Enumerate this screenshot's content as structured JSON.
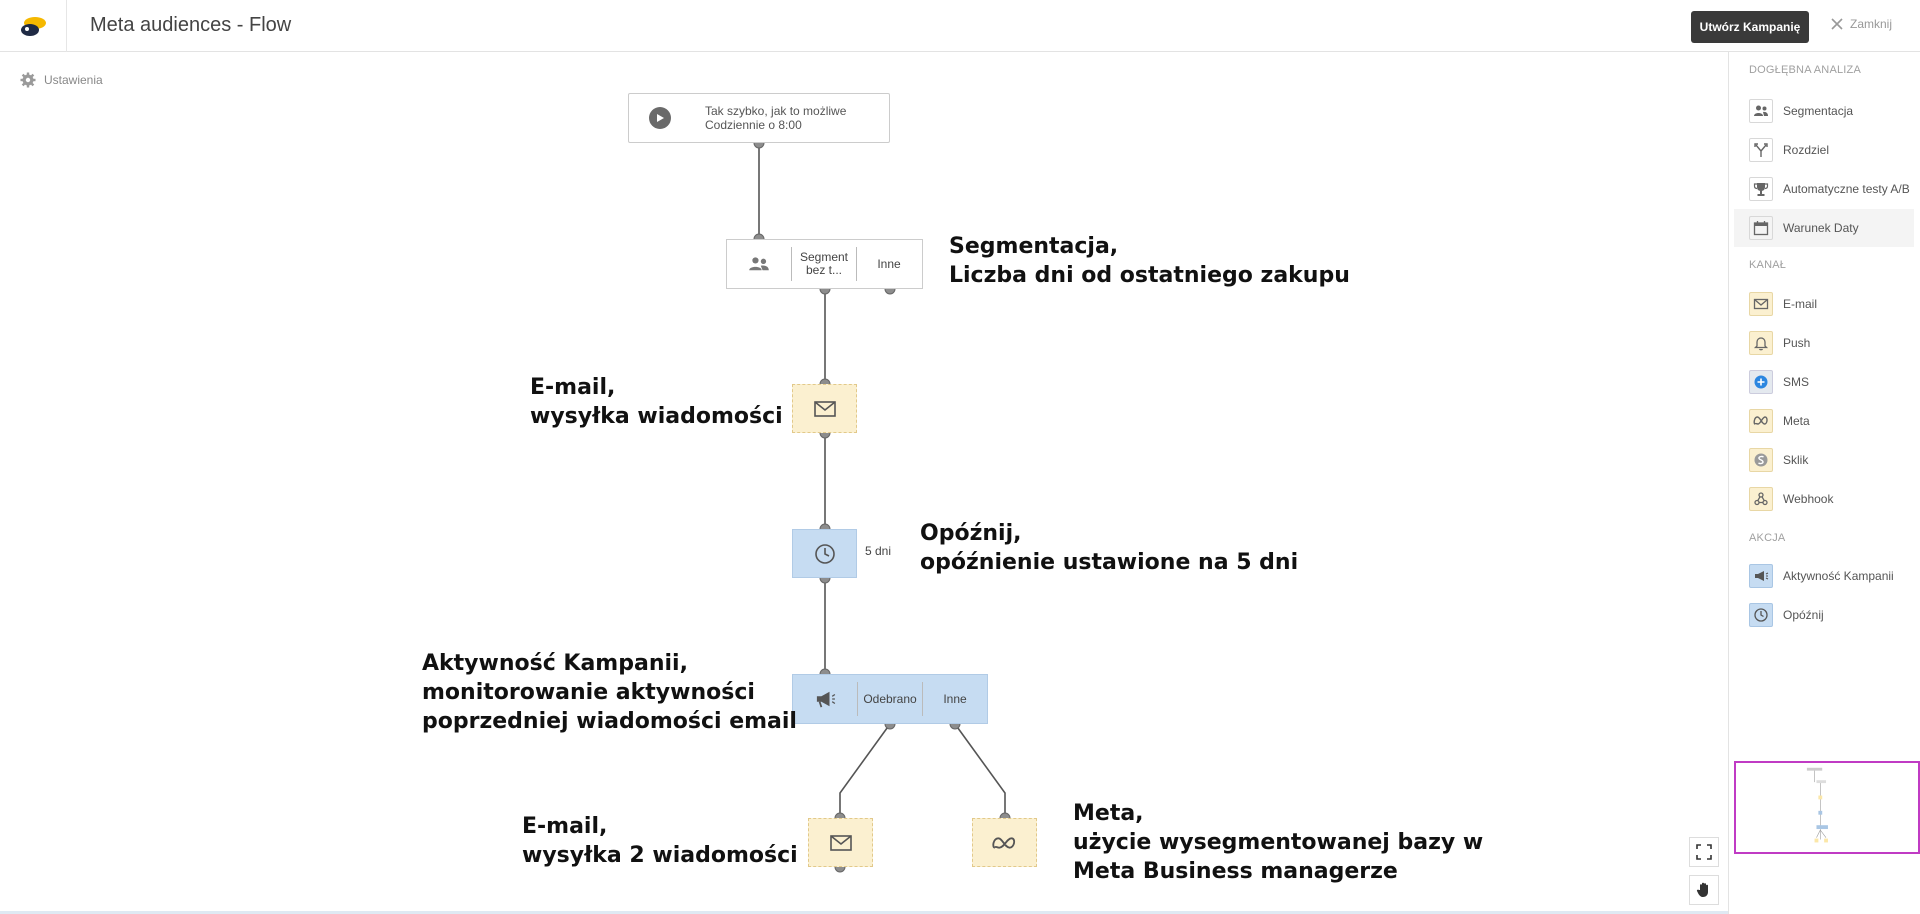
{
  "app": {
    "title": "Meta audiences - Flow",
    "create_campaign_label": "Utwórz Kampanię",
    "close_label": "Zamknij",
    "settings_label": "Ustawienia"
  },
  "flow": {
    "trigger": {
      "line1": "Tak szybko, jak to możliwe",
      "line2": "Codziennie o 8:00"
    },
    "segment": {
      "branch1": "Segment bez t...",
      "branch2": "Inne"
    },
    "delay": {
      "label": "5 dni"
    },
    "activity": {
      "branch1": "Odebrano",
      "branch2": "Inne"
    }
  },
  "annotations": {
    "segment": "Segmentacja,\nLiczba dni od ostatniego zakupu",
    "email1": "E-mail,\nwysyłka wiadomości",
    "delay": "Opóźnij,\nopóźnienie ustawione na 5 dni",
    "activity": "Aktywność Kampanii,\nmonitorowanie aktywności\npoprzedniej wiadomości email",
    "email2": "E-mail,\nwysyłka 2 wiadomości",
    "meta": "Meta,\nużycie wysegmentowanej bazy w\nMeta Business managerze"
  },
  "sidebar": {
    "section_analysis": "DOGŁĘBNA ANALIZA",
    "section_channel": "KANAŁ",
    "section_action": "AKCJA",
    "analysis_items": [
      {
        "label": "Segmentacja",
        "icon": "people-icon"
      },
      {
        "label": "Rozdziel",
        "icon": "split-icon"
      },
      {
        "label": "Automatyczne testy A/B",
        "icon": "trophy-icon"
      },
      {
        "label": "Warunek Daty",
        "icon": "calendar-icon"
      }
    ],
    "channel_items": [
      {
        "label": "E-mail",
        "icon": "envelope-icon"
      },
      {
        "label": "Push",
        "icon": "bell-icon"
      },
      {
        "label": "SMS",
        "icon": "sms-icon"
      },
      {
        "label": "Meta",
        "icon": "meta-icon"
      },
      {
        "label": "Sklik",
        "icon": "sklik-icon"
      },
      {
        "label": "Webhook",
        "icon": "webhook-icon"
      }
    ],
    "action_items": [
      {
        "label": "Aktywność Kampanii",
        "icon": "megaphone-icon"
      },
      {
        "label": "Opóźnij",
        "icon": "clock-icon"
      }
    ]
  },
  "colors": {
    "accent_dark": "#3a3a3a",
    "email_node": "#fbf0d0",
    "action_node": "#c6dcf2",
    "minimap_border": "#c03bc4"
  }
}
